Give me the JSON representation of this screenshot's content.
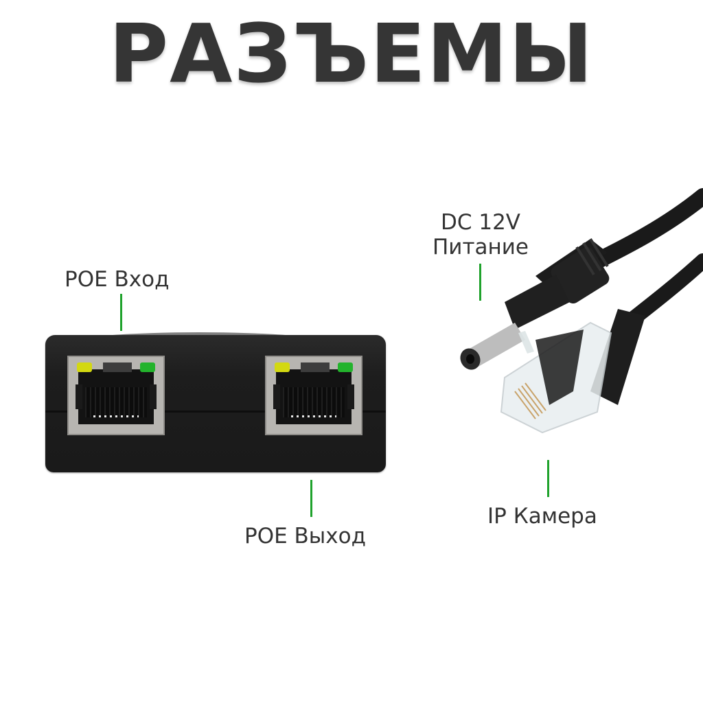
{
  "title": "РАЗЪЕМЫ",
  "colors": {
    "title_text": "#353535",
    "label_text": "#333333",
    "leader_line": "#1fa22c",
    "device_body": "#1d1d1d",
    "port_frame": "#b7b5b1",
    "led_yellow": "#d3d811",
    "led_green": "#23b32c"
  },
  "labels": {
    "poe_in": "POE Вход",
    "poe_out": "POE Выход",
    "dc_line1": "DC 12V",
    "dc_line2": "Питание",
    "ip_camera": "IP Камера"
  },
  "components": {
    "injector": {
      "ports": [
        {
          "id": "poe-in-port",
          "label": "POE Вход",
          "leds": [
            "yellow",
            "green"
          ]
        },
        {
          "id": "poe-out-port",
          "label": "POE Выход",
          "leds": [
            "yellow",
            "green"
          ]
        }
      ]
    },
    "cable_connectors": [
      {
        "id": "dc-plug",
        "label": "DC 12V Питание"
      },
      {
        "id": "rj45-plug",
        "label": "IP Камера"
      }
    ]
  }
}
